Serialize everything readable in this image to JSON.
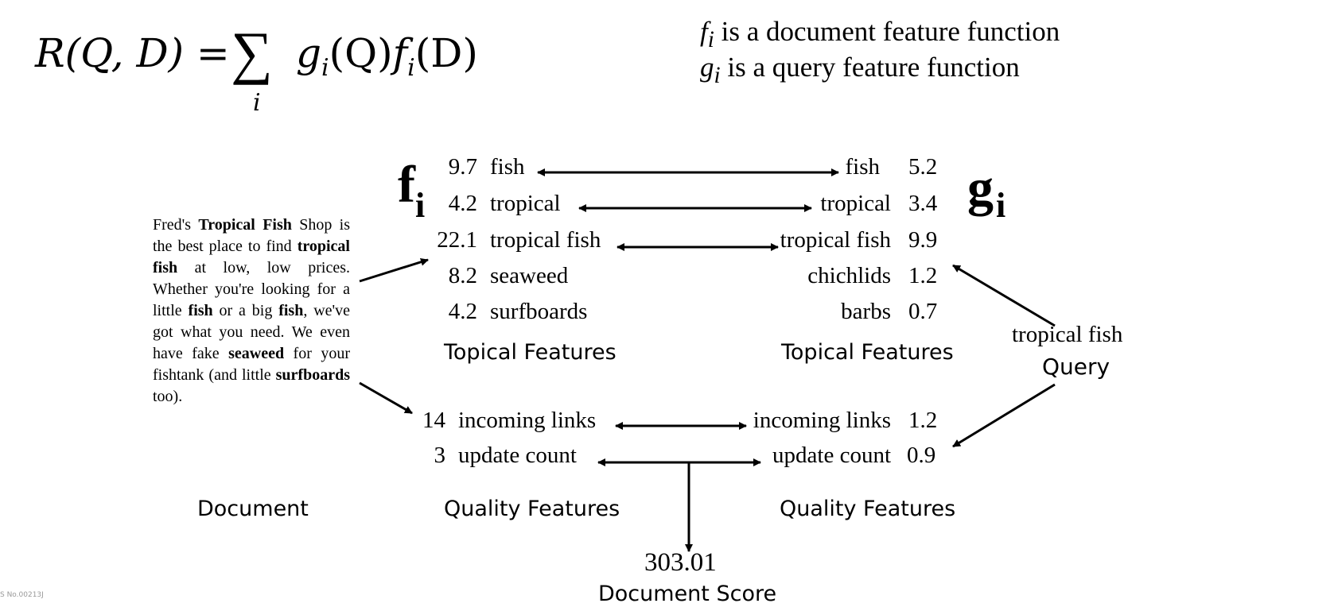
{
  "formula": {
    "lhs": "R(Q, D) = ",
    "sum_symbol": "∑",
    "sum_index": "i",
    "rhs_g": "g",
    "rhs_g_sub": "i",
    "rhs_mid": "(Q)",
    "rhs_f": "f",
    "rhs_f_sub": "i",
    "rhs_end": "(D)"
  },
  "definitions": {
    "f_symbol": "f",
    "f_sub": "i",
    "f_text": " is a document feature function",
    "g_symbol": "g",
    "g_sub": "i",
    "g_text": " is a query feature function"
  },
  "big_symbols": {
    "f": "f",
    "f_sub": "i",
    "g": "g",
    "g_sub": "i"
  },
  "document": {
    "parts": [
      {
        "t": "Fred's ",
        "b": false
      },
      {
        "t": "Tropical Fish",
        "b": true
      },
      {
        "t": " Shop is the best place to find ",
        "b": false
      },
      {
        "t": "tropical fish",
        "b": true
      },
      {
        "t": " at low, low prices. Whether you're looking for a little ",
        "b": false
      },
      {
        "t": "fish",
        "b": true
      },
      {
        "t": " or a big ",
        "b": false
      },
      {
        "t": "fish",
        "b": true
      },
      {
        "t": ", we've got what you need. We even have fake ",
        "b": false
      },
      {
        "t": "seaweed",
        "b": true
      },
      {
        "t": " for your fishtank (and little ",
        "b": false
      },
      {
        "t": "surfboards",
        "b": true
      },
      {
        "t": " too).",
        "b": false
      }
    ],
    "label": "Document"
  },
  "doc_topical": {
    "rows": [
      {
        "value": "9.7",
        "term": "fish"
      },
      {
        "value": "4.2",
        "term": "tropical"
      },
      {
        "value": "22.1",
        "term": "tropical fish"
      },
      {
        "value": "8.2",
        "term": "seaweed"
      },
      {
        "value": "4.2",
        "term": "surfboards"
      }
    ],
    "label": "Topical Features"
  },
  "query_topical": {
    "rows": [
      {
        "term": "fish",
        "value": "5.2"
      },
      {
        "term": "tropical",
        "value": "3.4"
      },
      {
        "term": "tropical fish",
        "value": "9.9"
      },
      {
        "term": "chichlids",
        "value": "1.2"
      },
      {
        "term": "barbs",
        "value": "0.7"
      }
    ],
    "label": "Topical Features"
  },
  "doc_quality": {
    "rows": [
      {
        "value": "14",
        "term": "incoming links"
      },
      {
        "value": "3",
        "term": "update count"
      }
    ],
    "label": "Quality Features"
  },
  "query_quality": {
    "rows": [
      {
        "term": "incoming links",
        "value": "1.2"
      },
      {
        "term": "update count",
        "value": "0.9"
      }
    ],
    "label": "Quality Features"
  },
  "query": {
    "text": "tropical fish",
    "label": "Query"
  },
  "score": {
    "value": "303.01",
    "label": "Document Score"
  },
  "watermark": "S No.00213J"
}
